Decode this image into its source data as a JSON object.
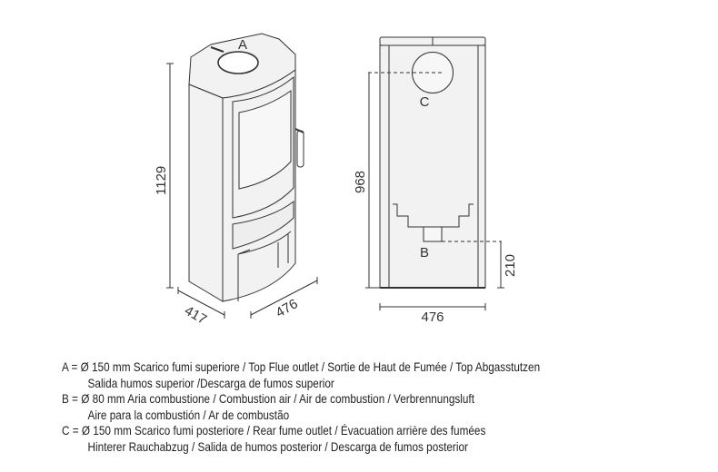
{
  "front_view": {
    "label_a": "A",
    "height_dim": "1129",
    "depth_dim": "417",
    "width_dim": "476"
  },
  "rear_view": {
    "label_b": "B",
    "label_c": "C",
    "height_c_dim": "968",
    "height_b_dim": "210",
    "width_dim": "476"
  },
  "legend": [
    {
      "line1": "A = Ø 150 mm  Scarico fumi superiore / Top Flue outlet / Sortie de Haut de Fumée / Top Abgasstutzen",
      "line2": "Salida humos superior /Descarga de fumos superior"
    },
    {
      "line1": "B = Ø 80 mm  Aria combustione / Combustion air / Air de combustion / Verbrennungsluft",
      "line2": "Aire para la combustión / Ar de combustão"
    },
    {
      "line1": "C = Ø 150 mm  Scarico fumi posteriore / Rear fume outlet / Évacuation arrière des fumées",
      "line2": "Hinterer Rauchabzug / Salida de humos posterior / Descarga de fumos posterior"
    }
  ]
}
